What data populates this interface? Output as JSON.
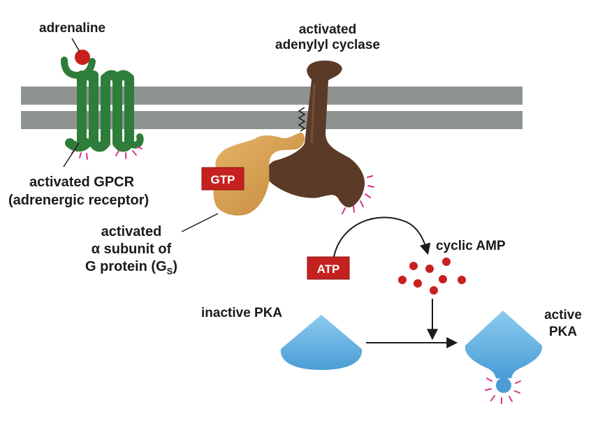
{
  "labels": {
    "adrenaline": "adrenaline",
    "adenylyl_line1": "activated",
    "adenylyl_line2": "adenylyl cyclase",
    "gpcr_line1": "activated GPCR",
    "gpcr_line2": "(adrenergic receptor)",
    "galpha_line1": "activated",
    "galpha_line2": "α subunit of",
    "galpha_line3_main": "G protein (G",
    "galpha_line3_sub": "S",
    "galpha_line3_end": ")",
    "cyclic_amp": "cyclic AMP",
    "inactive_pka": "inactive PKA",
    "active_line1": "active",
    "active_line2": "PKA"
  },
  "badges": {
    "gtp": "GTP",
    "atp": "ATP"
  },
  "colors": {
    "membrane": "#8f9390",
    "receptor": "#2f7d3a",
    "adrenaline": "#c8201f",
    "cyclase": "#5b3a27",
    "g_alpha": "#d49a45",
    "badge": "#c4211f",
    "pka": "#64b2e2",
    "camp": "#c8201f",
    "activity_marks": "#d9338c"
  }
}
